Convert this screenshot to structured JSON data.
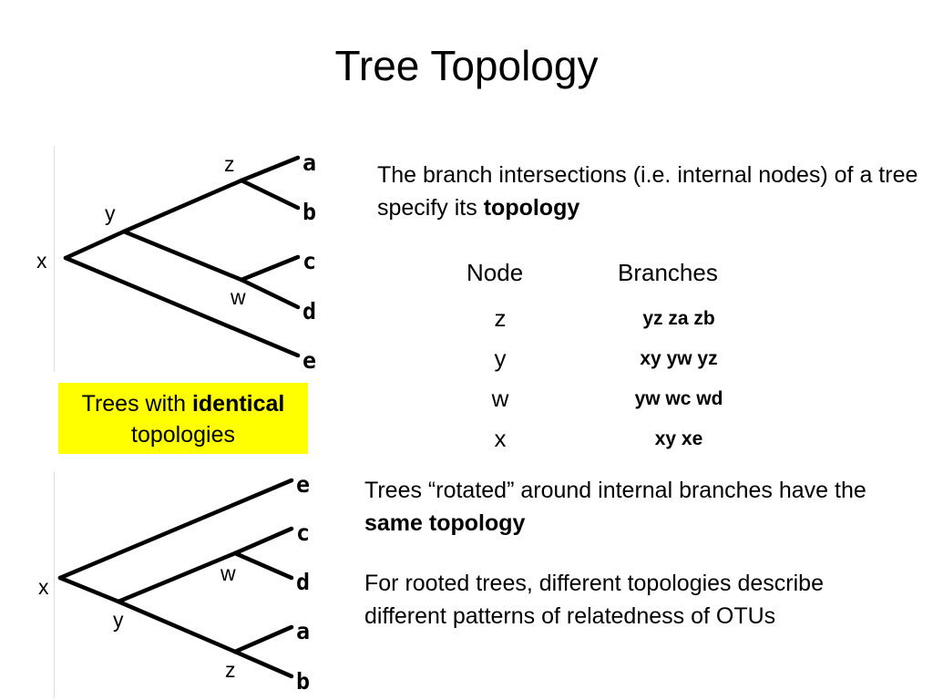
{
  "title": "Tree Topology",
  "intro": {
    "text": "The branch intersections (i.e. internal nodes) of a tree specify its",
    "bold": "topology"
  },
  "table": {
    "headers": [
      "Node",
      "Branches"
    ],
    "rows": [
      {
        "node": "z",
        "branches": "yz za zb"
      },
      {
        "node": "y",
        "branches": "xy yw yz"
      },
      {
        "node": "w",
        "branches": "yw wc wd"
      },
      {
        "node": "x",
        "branches": "xy xe"
      }
    ]
  },
  "callout": {
    "pre": "Trees with",
    "bold": "identical",
    "post": "topologies"
  },
  "rotated": {
    "pre": "Trees “rotated” around internal branches have the",
    "bold": "same topology"
  },
  "rooted": {
    "text": "For rooted trees, different topologies describe different patterns of relatedness of OTUs"
  },
  "tree1": {
    "nodes": {
      "x": "x",
      "y": "y",
      "z": "z",
      "w": "w"
    },
    "leaves": [
      "a",
      "b",
      "c",
      "d",
      "e"
    ]
  },
  "tree2": {
    "nodes": {
      "x": "x",
      "y": "y",
      "z": "z",
      "w": "w"
    },
    "leaves": [
      "e",
      "c",
      "d",
      "a",
      "b"
    ]
  }
}
